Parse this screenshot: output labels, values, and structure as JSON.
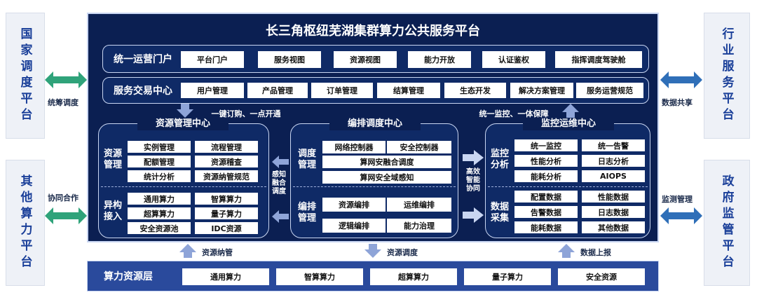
{
  "title": "长三角枢纽芜湖集群算力公共服务平台",
  "left_top": "国家调度平台",
  "left_bottom": "其他算力平台",
  "right_top": "行业服务平台",
  "right_bottom": "政府监管平台",
  "left_top_arrow": "统筹调度",
  "left_bottom_arrow": "协同合作",
  "right_top_arrow": "数据共享",
  "right_bottom_arrow": "监测管理",
  "portal": {
    "label": "统一运营门户",
    "items": [
      "平台门户",
      "服务视图",
      "资源视图",
      "能力开放",
      "认证鉴权",
      "指挥调度驾驶舱"
    ]
  },
  "trade": {
    "label": "服务交易中心",
    "items": [
      "用户管理",
      "产品管理",
      "订单管理",
      "结算管理",
      "生态开发",
      "解决方案管理",
      "服务运营规范"
    ]
  },
  "mid_left_text": "一键订购、一点开通",
  "mid_right_text": "统一监控、一体保障",
  "resource_center": {
    "title": "资源管理中心",
    "group1_label": "资源管理",
    "group1": [
      "实例管理",
      "流程管理",
      "配额管理",
      "资源稽查",
      "统计分析",
      "资源纳管规范"
    ],
    "group2_label": "异构接入",
    "group2": [
      "通用算力",
      "智算算力",
      "超算算力",
      "量子算力",
      "安全资源池",
      "IDC资源"
    ]
  },
  "orchestration": {
    "title": "编排调度中心",
    "group1_label": "调度管理",
    "group1": [
      "网络控制器",
      "安全控制器",
      "算网安融合调度",
      "算网安全域感知"
    ],
    "group2_label": "编排管理",
    "group2": [
      "资源编排",
      "运维编排",
      "逻辑编排",
      "能力治理"
    ]
  },
  "perception": "感知融合调度",
  "efficient": "高效智能协同",
  "monitor": {
    "title": "监控运维中心",
    "group1_label": "监控分析",
    "group1": [
      "统一监控",
      "统一告警",
      "性能分析",
      "日志分析",
      "能耗分析",
      "AIOPS"
    ],
    "group2_label": "数据采集",
    "group2": [
      "配置数据",
      "性能数据",
      "告警数据",
      "日志数据",
      "能耗数据",
      "其他数据"
    ]
  },
  "bottom_arrows": [
    "资源纳管",
    "资源调度",
    "数据上报"
  ],
  "compute_layer": {
    "label": "算力资源层",
    "items": [
      "通用算力",
      "智算算力",
      "超算算力",
      "量子算力",
      "安全资源"
    ]
  }
}
